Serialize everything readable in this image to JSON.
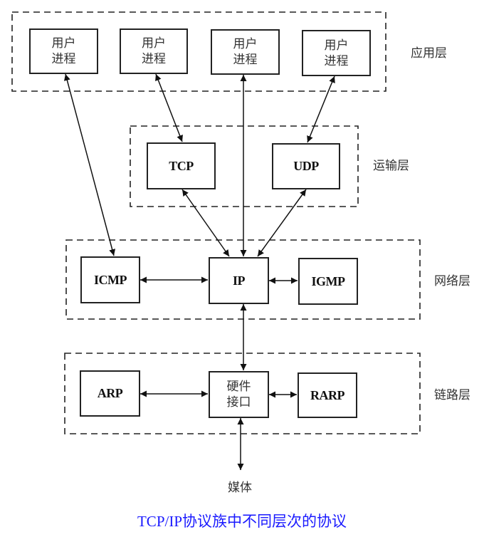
{
  "diagram": {
    "layers": [
      {
        "label": "应用层",
        "nodes": [
          "用户\n进程",
          "用户\n进程",
          "用户\n进程",
          "用户\n进程"
        ]
      },
      {
        "label": "运输层",
        "nodes": [
          "TCP",
          "UDP"
        ]
      },
      {
        "label": "网络层",
        "nodes": [
          "ICMP",
          "IP",
          "IGMP"
        ]
      },
      {
        "label": "链路层",
        "nodes": [
          "ARP",
          "硬件\n接口",
          "RARP"
        ]
      }
    ],
    "media_label": "媒体",
    "caption": "TCP/IP协议族中不同层次的协议",
    "edges": [
      {
        "from": "用户进程1",
        "to": "ICMP",
        "type": "bidirectional"
      },
      {
        "from": "用户进程2",
        "to": "TCP",
        "type": "bidirectional"
      },
      {
        "from": "用户进程3",
        "to": "IP",
        "type": "bidirectional"
      },
      {
        "from": "用户进程4",
        "to": "UDP",
        "type": "bidirectional"
      },
      {
        "from": "TCP",
        "to": "IP",
        "type": "bidirectional"
      },
      {
        "from": "UDP",
        "to": "IP",
        "type": "bidirectional"
      },
      {
        "from": "ICMP",
        "to": "IP",
        "type": "bidirectional"
      },
      {
        "from": "IP",
        "to": "IGMP",
        "type": "bidirectional"
      },
      {
        "from": "IP",
        "to": "硬件接口",
        "type": "bidirectional"
      },
      {
        "from": "ARP",
        "to": "硬件接口",
        "type": "bidirectional"
      },
      {
        "from": "硬件接口",
        "to": "RARP",
        "type": "bidirectional"
      },
      {
        "from": "硬件接口",
        "to": "媒体",
        "type": "bidirectional"
      }
    ]
  }
}
